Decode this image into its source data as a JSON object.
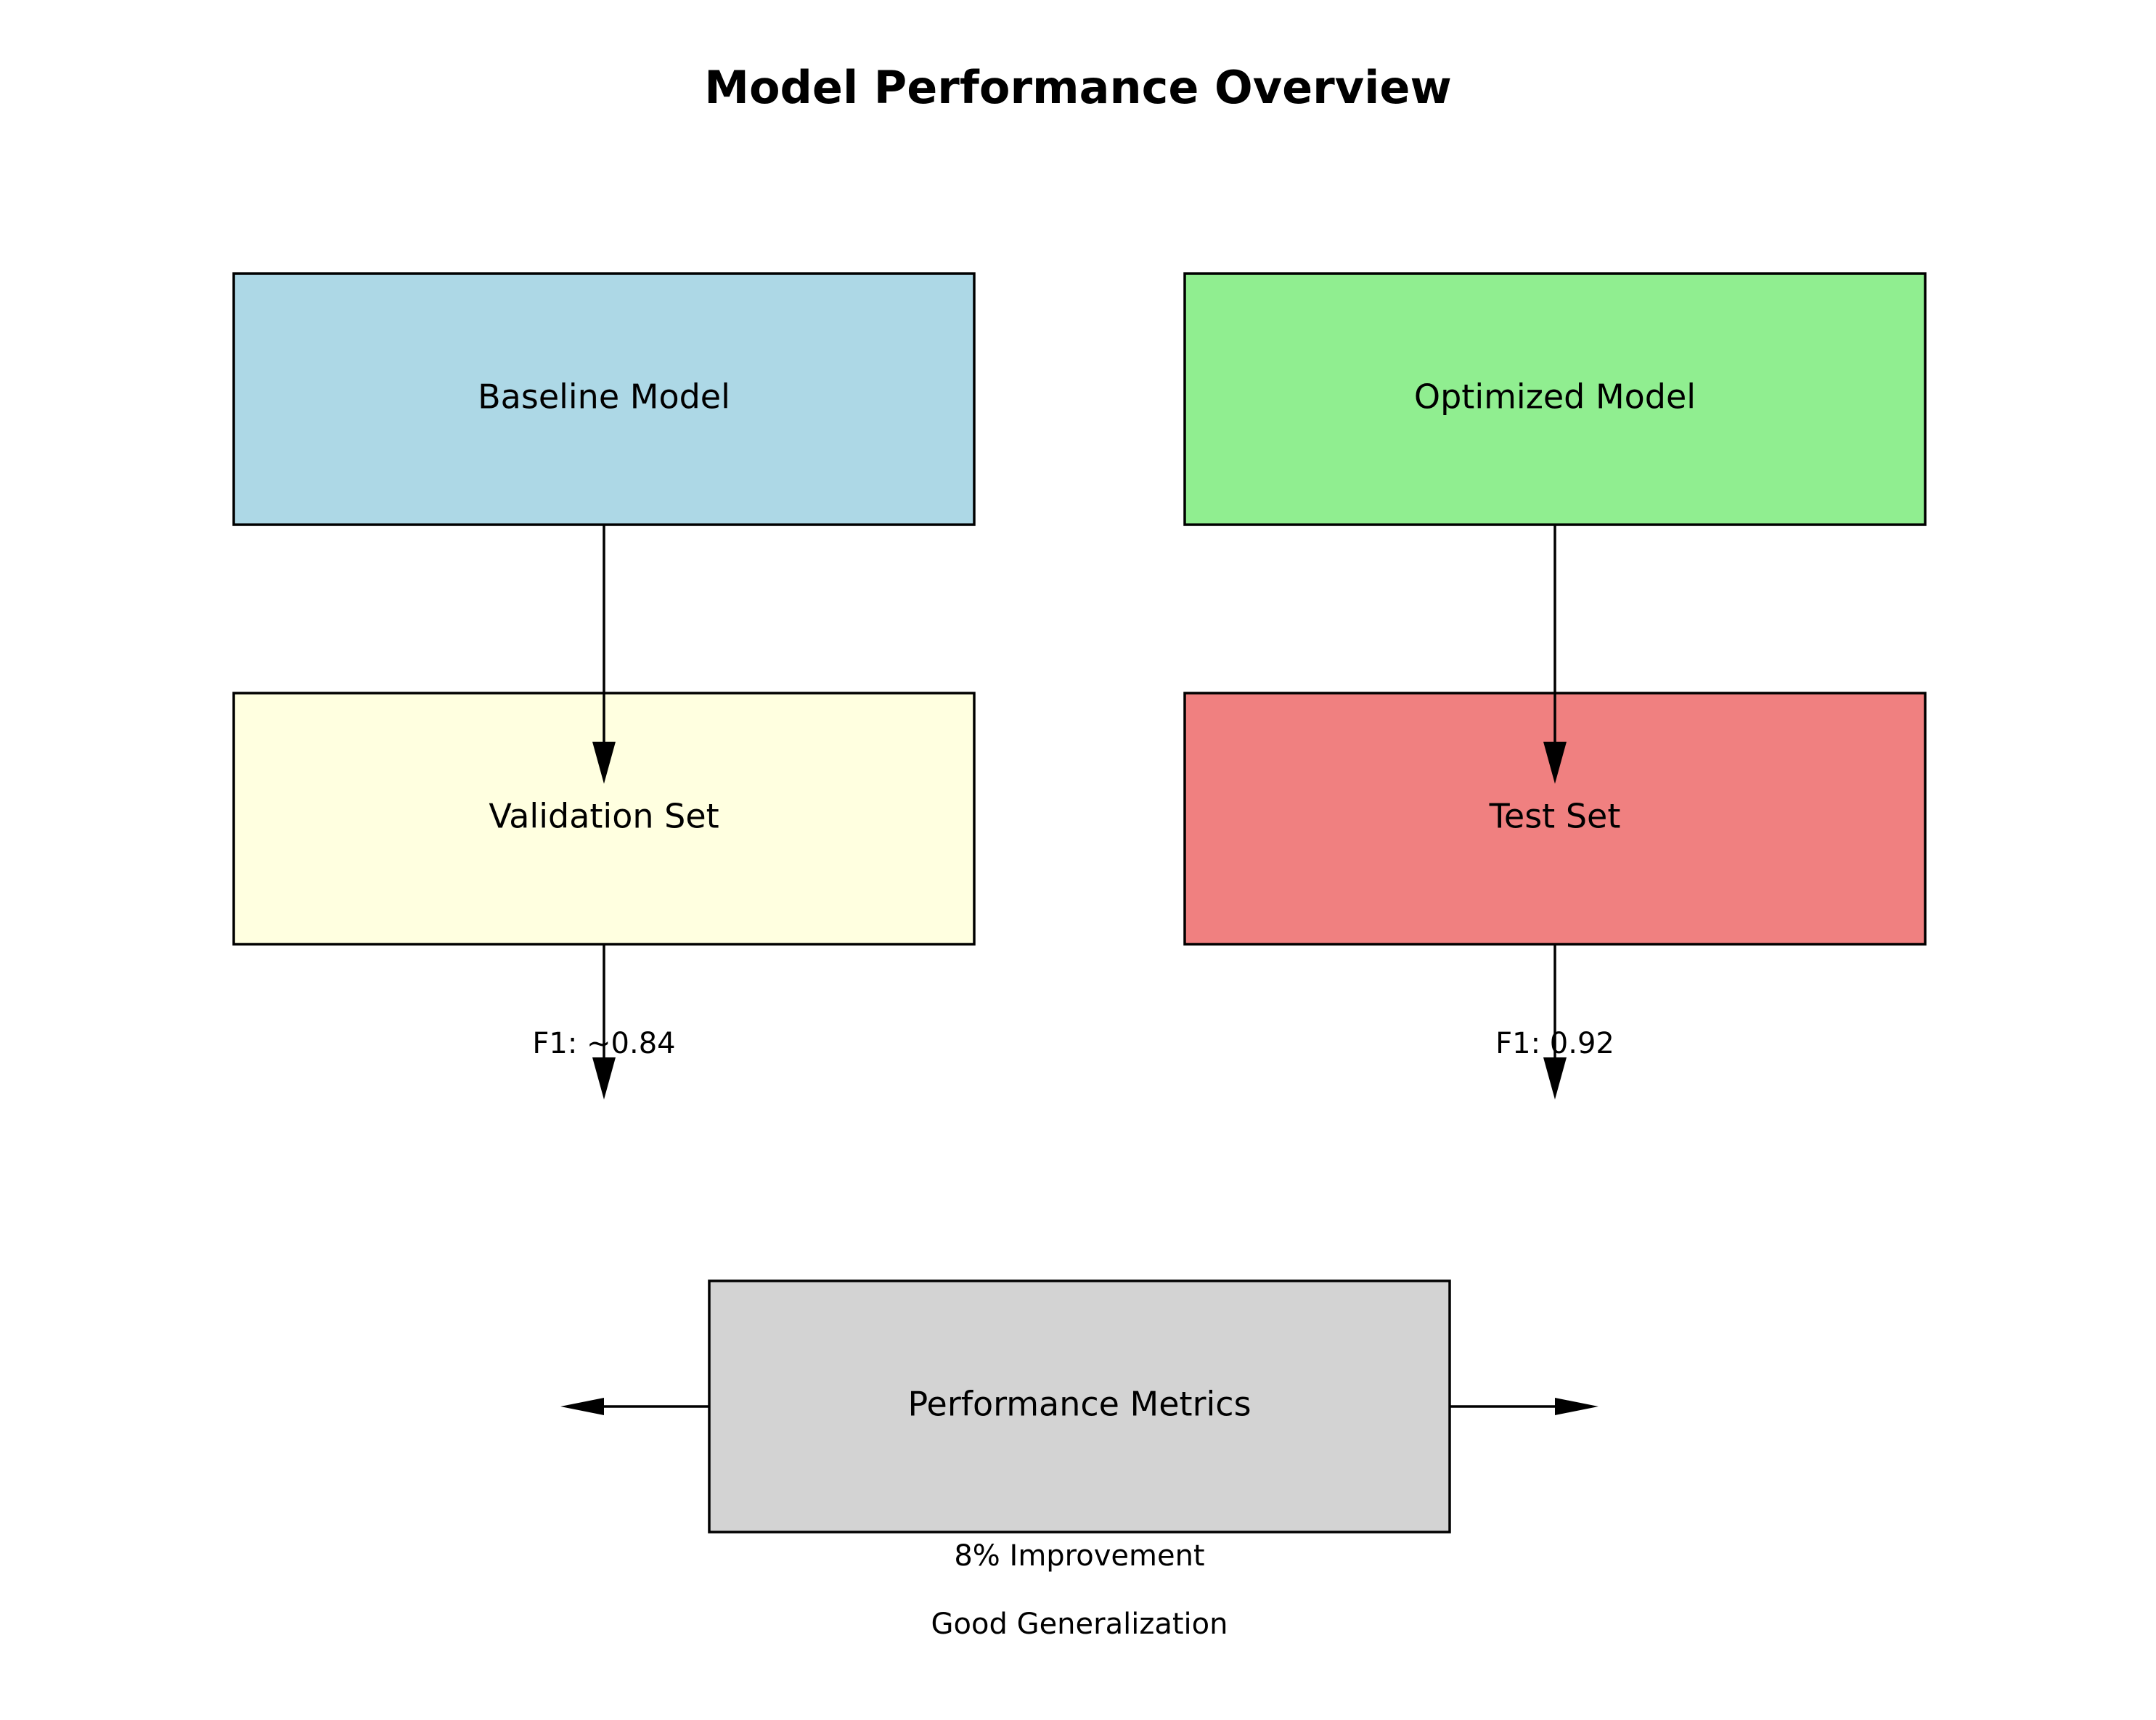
{
  "title": "Model Performance Overview",
  "nodes": {
    "baseline": {
      "label": "Baseline Model",
      "color": "#add8e6"
    },
    "optimized": {
      "label": "Optimized Model",
      "color": "#90ee90"
    },
    "validation": {
      "label": "Validation Set",
      "color": "#ffffe0"
    },
    "test": {
      "label": "Test Set",
      "color": "#f08080"
    },
    "metrics": {
      "label": "Performance Metrics",
      "color": "#d3d3d3"
    }
  },
  "annotations": {
    "baseline_f1": "F1: ~0.84",
    "optimized_f1": "F1: 0.92",
    "improvement": "8% Improvement",
    "generalization": "Good Generalization"
  }
}
